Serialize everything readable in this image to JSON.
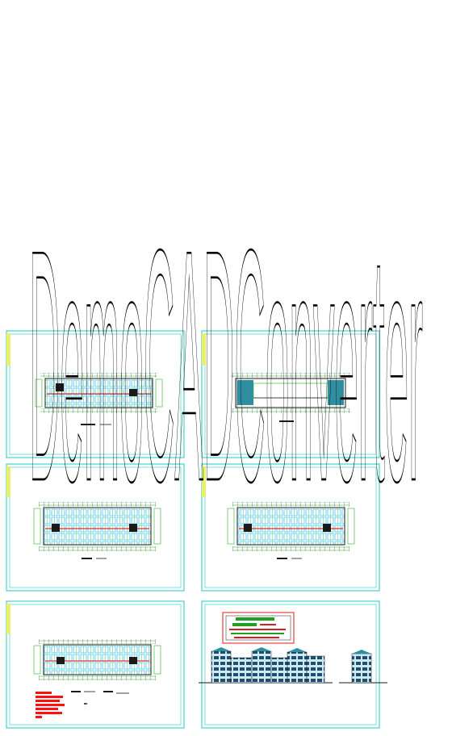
{
  "watermark": {
    "text": "DemoCADConverter"
  },
  "colors": {
    "frame": "#3fd2d0",
    "title_strip": "#e8f06a",
    "wall": "#1a1a1a",
    "grid": "#2bb32b",
    "room": "#4fc9e8",
    "corridor": "#e03030",
    "stair": "#2f8fa0",
    "note_red": "#ff1010",
    "title_block_border": "#e01a1a",
    "title_block_text": "#20a020"
  },
  "sheets": [
    {
      "id": "sheet-1",
      "kind": "floor-plan"
    },
    {
      "id": "sheet-2",
      "kind": "roof-plan"
    },
    {
      "id": "sheet-3",
      "kind": "floor-plan"
    },
    {
      "id": "sheet-4",
      "kind": "floor-plan"
    },
    {
      "id": "sheet-5",
      "kind": "floor-plan-with-notes"
    },
    {
      "id": "sheet-6",
      "kind": "elevations"
    }
  ]
}
